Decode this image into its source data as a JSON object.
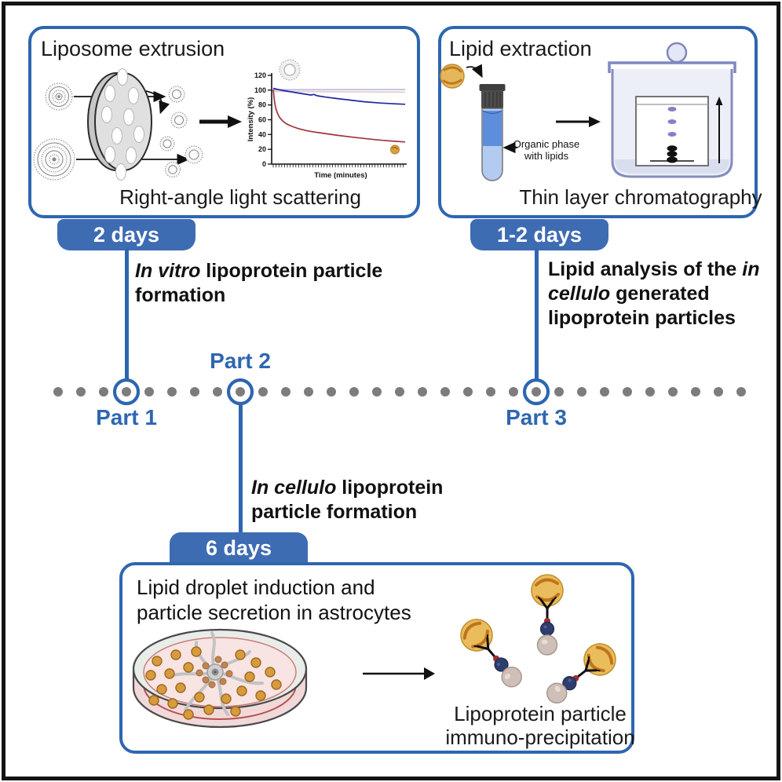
{
  "palette": {
    "blue": "#2e66b0",
    "badge_blue": "#3e6cb3",
    "dot_gray": "#7c7c7c",
    "chart_navy": "#1f27a0",
    "chart_red": "#9e353b",
    "chart_lavender": "#b9bde6",
    "chart_pink": "#e5cbcf",
    "lipid_orange": "#d79a3c"
  },
  "icons": {
    "arrows": "arrow-right, curved-arrow, arrow-left, arrow-up",
    "liposome": "concentric-ring vesicle",
    "lipid_droplet": "orange sphere with swirl"
  },
  "box_part1": {
    "title": "Liposome extrusion",
    "caption": "Right-angle light scattering"
  },
  "chart": {
    "ylabel": "Intensity (%)",
    "xlabel": "Time (minutes)",
    "y_ticks": [
      "0",
      "20",
      "40",
      "60",
      "80",
      "100",
      "120"
    ]
  },
  "chart_data": {
    "type": "line",
    "title": "Right-angle light scattering",
    "xlabel": "Time (minutes)",
    "ylabel": "Intensity (%)",
    "ylim": [
      0,
      120
    ],
    "x_axis": "dense unlabeled minute ticks",
    "legend": "none shown",
    "series": [
      {
        "name": "lavender flat trace",
        "color": "#b9bde6",
        "approx_values": [
          100,
          100,
          100,
          100,
          100
        ]
      },
      {
        "name": "pink flat trace",
        "color": "#e5cbcf",
        "approx_values": [
          99,
          99,
          98.5,
          98.5,
          98
        ]
      },
      {
        "name": "dark blue trace",
        "color": "#1f27a0",
        "approx_values": [
          102,
          95,
          90,
          85,
          81
        ]
      },
      {
        "name": "dark red trace",
        "color": "#9e353b",
        "approx_values": [
          100,
          58,
          45,
          37,
          30
        ]
      }
    ],
    "annotations": [
      "liposome ring icon at top left",
      "orange lipid droplet marker near 20% at right"
    ]
  },
  "box_part3": {
    "title": "Lipid extraction",
    "caption": "Thin layer chromatography",
    "tube_label_line1": "Organic phase",
    "tube_label_line2": "with lipids"
  },
  "box_part2": {
    "title_line1": "Lipid droplet induction and",
    "title_line2": "particle secretion in astrocytes",
    "caption_line1": "Lipoprotein particle",
    "caption_line2": "immuno-precipitation"
  },
  "timeline": {
    "badge_part1": "2 days",
    "badge_part3": "1-2 days",
    "badge_part2": "6 days",
    "part1": "Part 1",
    "part2": "Part 2",
    "part3": "Part 3"
  },
  "annotations": {
    "p1": {
      "it": "In vitro",
      "rest1": " lipoprotein particle",
      "line2": "formation"
    },
    "p3": {
      "pre1": "Lipid analysis of the ",
      "it1": "in",
      "it2": "cellulo",
      "rest2": " generated",
      "line3": "lipoprotein particles"
    },
    "p2": {
      "it": "In cellulo",
      "rest1": " lipoprotein",
      "line2": "particle formation"
    }
  }
}
